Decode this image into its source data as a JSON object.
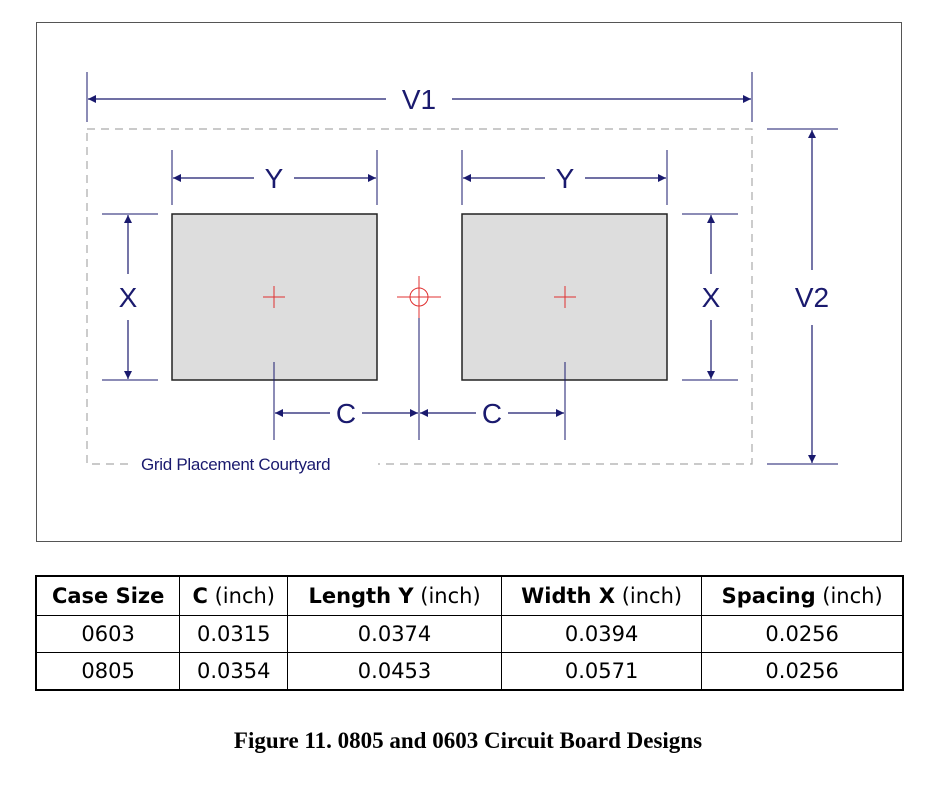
{
  "diagram": {
    "labels": {
      "v1": "V1",
      "v2": "V2",
      "y": "Y",
      "x": "X",
      "c": "C",
      "courtyard": "Grid Placement Courtyard"
    },
    "colors": {
      "dimension": "#1a1a6e",
      "pad_fill": "#dddddd",
      "pad_border": "#222222",
      "center_mark": "#e03030",
      "courtyard_dash": "#aaaaaa"
    }
  },
  "table": {
    "headers": [
      {
        "bold": "Case Size",
        "rest": ""
      },
      {
        "bold": "C",
        "rest": " (inch)"
      },
      {
        "bold": "Length Y",
        "rest": " (inch)"
      },
      {
        "bold": "Width X",
        "rest": " (inch)"
      },
      {
        "bold": "Spacing",
        "rest": " (inch)"
      }
    ],
    "rows": [
      [
        "0603",
        "0.0315",
        "0.0374",
        "0.0394",
        "0.0256"
      ],
      [
        "0805",
        "0.0354",
        "0.0453",
        "0.0571",
        "0.0256"
      ]
    ]
  },
  "caption": "Figure 11.  0805 and 0603 Circuit Board Designs"
}
